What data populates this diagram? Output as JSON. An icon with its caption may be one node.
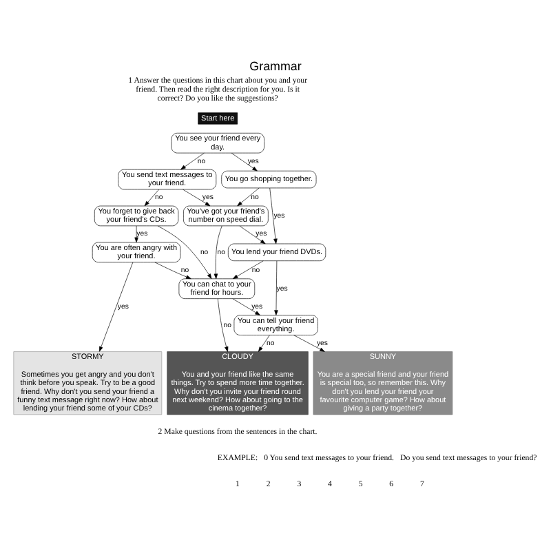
{
  "diagram": {
    "title": "Grammar",
    "nodes": [
      {
        "text": [
          "Start here"
        ]
      },
      {
        "text": [
          "You see your friend every day."
        ]
      },
      {
        "text": [
          "You send text messages to your friend."
        ]
      },
      {
        "text": [
          "You go shopping together."
        ]
      },
      {
        "text": [
          "You've got your friend's number on speed dial."
        ]
      },
      {
        "text": [
          "You forget to give back your friend's CDs."
        ]
      },
      {
        "text": [
          "You lend your friend DVDs."
        ]
      },
      {
        "text": [
          "You can chat to your friend for hours."
        ]
      },
      {
        "text": [
          "You are often angry with your friend."
        ]
      },
      {
        "text": [
          "You can tell your friend everything."
        ]
      },
      {
        "text": [
          "STORMY",
          "Sometimes you get angry and you don't think before you speak. Try to be a good friend. Why don't you send your friend a funny text message right now? How about lending your friend some of your CDs?"
        ]
      },
      {
        "text": [
          "CLOUDY",
          "You and your friend like the same things. Try to spend more time together. Why don't you invite your friend round next weekend? How about going to the cinema together?"
        ]
      },
      {
        "text": [
          "SUNNY",
          "You are a special friend and your friend is special too, so remember this. Why don't you lend your friend your favourite computer game? How about giving a party together?"
        ]
      }
    ],
    "edges": [
      {
        "from": 1,
        "to": 2,
        "arrow": "to",
        "label": "no"
      },
      {
        "from": 1,
        "to": 3,
        "arrow": "to",
        "label": "yes"
      },
      {
        "from": 2,
        "to": 5,
        "arrow": "to",
        "label": "no"
      },
      {
        "from": 2,
        "to": 4,
        "arrow": "to",
        "label": "yes"
      },
      {
        "from": 3,
        "to": 4,
        "arrow": "to",
        "label": "no"
      },
      {
        "from": 3,
        "to": 6,
        "arrow": "to",
        "label": "yes"
      },
      {
        "from": 4,
        "to": 7,
        "arrow": "to",
        "label": "no"
      },
      {
        "from": 4,
        "to": 6,
        "arrow": "to",
        "label": "yes"
      },
      {
        "from": 5,
        "to": 8,
        "arrow": "to",
        "label": "yes"
      },
      {
        "from": 5,
        "to": 7,
        "arrow": "to",
        "label": "no"
      },
      {
        "from": 6,
        "to": 7,
        "arrow": "to",
        "label": "no"
      },
      {
        "from": 6,
        "to": 9,
        "arrow": "to",
        "label": "yes"
      },
      {
        "from": 8,
        "to": 7,
        "arrow": "to",
        "label": "no"
      },
      {
        "from": 8,
        "to": 10,
        "arrow": "to",
        "label": "yes"
      },
      {
        "from": 7,
        "to": 9,
        "arrow": "to",
        "label": "yes"
      },
      {
        "from": 7,
        "to": 11,
        "arrow": "to",
        "label": "no"
      },
      {
        "from": 9,
        "to": 11,
        "arrow": "to",
        "label": "no"
      },
      {
        "from": 9,
        "to": 12,
        "arrow": "to",
        "label": "yes"
      }
    ],
    "labels": [
      "1 Answer the questions in this chart about you and your friend. Then read the right description for you. Is it correct? Do you like the suggestions?",
      "2 Make questions from the sentences in the chart.",
      "EXAMPLE:",
      "0 You send text messages to your friend.",
      "Do you send text messages to your friend?",
      "1",
      "2",
      "3",
      "4",
      "5",
      "6",
      "7"
    ]
  }
}
